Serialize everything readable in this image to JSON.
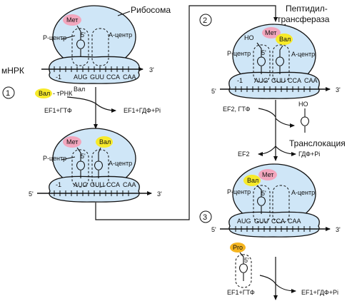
{
  "labels": {
    "ribosome": "Рибосома",
    "mrna": "мНРК",
    "five_prime": "5'",
    "three_prime": "3'",
    "p_site": "Р-центр",
    "a_site": "А-центр",
    "ho": "HO",
    "peptidyl_line1": "Пептидил-",
    "peptidyl_line2": "трансфераза",
    "translocation": "Транслокация",
    "minus_one": "-1",
    "codons": [
      "AUG",
      "GUU",
      "CCA",
      "CAA"
    ]
  },
  "amino_acids": {
    "met": "Мет",
    "val": "Вал",
    "pro": "Pro"
  },
  "reagents": {
    "val_trna_prefix": "- тРНК",
    "val_trna_sup": "Вал",
    "ef1_gtp": "EF1+ГТФ",
    "ef1_gdp_pi": "EF1+ГДФ+Pi",
    "ef2_gtp": "EF2, ГТФ",
    "ef2": "EF2",
    "gdp_pi": "ГДФ+Pi"
  },
  "steps": [
    "1",
    "2",
    "3"
  ],
  "colors": {
    "ribosome_fill": "#cfe6f7",
    "met_fill": "#f2a6bd",
    "val_fill": "#f7ea2a",
    "pro_fill": "#f5b520"
  }
}
